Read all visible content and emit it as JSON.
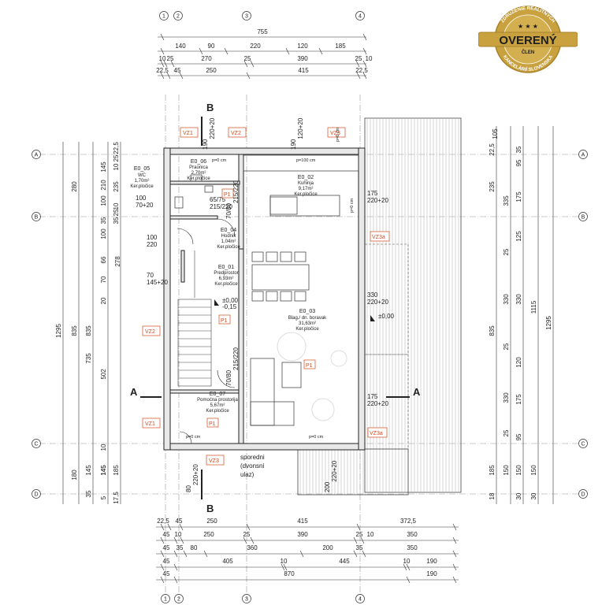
{
  "axes_top": [
    "1",
    "2",
    "3",
    "4"
  ],
  "axes_side": [
    "A",
    "B",
    "C",
    "D"
  ],
  "top_dims": {
    "row1": [
      "755"
    ],
    "row2": [
      "140",
      "90",
      "220",
      "120",
      "185"
    ],
    "row3": [
      "10",
      "25",
      "270",
      "25",
      "390",
      "25",
      "10"
    ],
    "row4": [
      "22,5",
      "45",
      "250",
      "415",
      "22,5"
    ]
  },
  "bottom_dims": {
    "row1": [
      "22,5",
      "45",
      "250",
      "415",
      "372,5"
    ],
    "row2": [
      "45",
      "10",
      "250",
      "25",
      "390",
      "25",
      "10",
      "350"
    ],
    "row3": [
      "45",
      "35",
      "80",
      "360",
      "200",
      "35",
      "350"
    ],
    "row4": [
      "45",
      "405",
      "10",
      "445",
      "10",
      "190"
    ],
    "row5": [
      "45",
      "870",
      "190"
    ]
  },
  "left_dims": {
    "outer": [
      "1295"
    ],
    "col2": [
      "280",
      "835",
      "180"
    ],
    "col3": [
      "835",
      "735"
    ],
    "col4": [
      "145",
      "210",
      "100",
      "100",
      "35",
      "70",
      "66",
      "278",
      "20",
      "502",
      "10",
      "145",
      "145",
      "35",
      "5"
    ],
    "col5": [
      "22,5",
      "25",
      "10",
      "235",
      "10",
      "25",
      "35",
      "145",
      "185",
      "17,5"
    ]
  },
  "right_dims": {
    "col1": [
      "835",
      "1295"
    ],
    "col2": [
      "22,5",
      "235",
      "335",
      "330",
      "185",
      "18"
    ],
    "col3": [
      "105",
      "35",
      "95",
      "175",
      "125",
      "25",
      "330",
      "25",
      "120",
      "175",
      "330",
      "25",
      "95",
      "150",
      "150",
      "30"
    ],
    "col4": [
      "1115",
      "150"
    ],
    "col5": [
      "30"
    ]
  },
  "rooms": [
    {
      "code": "E0_05",
      "name": "WC",
      "area": "1,70m²",
      "floor": "Ker.pločice"
    },
    {
      "code": "E0_06",
      "name": "Praonica",
      "area": "2,70m²",
      "floor": "Ker.pločice"
    },
    {
      "code": "E0_02",
      "name": "Kuhinja",
      "area": "9,17m²",
      "floor": "Ker.pločice"
    },
    {
      "code": "E0_04",
      "name": "Hodnik",
      "area": "1,04m²",
      "floor": "Ker.pločice"
    },
    {
      "code": "E0_01",
      "name": "Predprostor",
      "area": "6,93m²",
      "floor": "Ker.pločice"
    },
    {
      "code": "E0_03",
      "name": "Blag./ dn. boravak",
      "area": "31,63m²",
      "floor": "Ker.pločice"
    },
    {
      "code": "E0_07",
      "name": "Pomoćna prostorija",
      "area": "5,67m²",
      "floor": "Ker.pločice"
    }
  ],
  "openings": [
    "190\n220+20",
    "190\n120+20",
    "100\n70+20",
    "65/75\n215/220",
    "70/80\n215/220",
    "100\n220",
    "70\n145+20",
    "175\n220+20",
    "330\n220+20",
    "175\n220+20",
    "70/80\n215/220",
    "200\n220+20",
    "80\n220+20"
  ],
  "tags": [
    "VZ1",
    "VZ2",
    "VZ3",
    "VZ3a",
    "VZ2",
    "VZ1",
    "VZ3",
    "VZ3a",
    "P1",
    "P1",
    "P1",
    "P1"
  ],
  "levels": [
    "±0,00",
    "-0,15",
    "±0,00"
  ],
  "section_marks": [
    "A",
    "A",
    "B",
    "B"
  ],
  "side_entrance": [
    "sporedni",
    "(dvonsni",
    "ulaz)"
  ],
  "small_notes": [
    "p=0 cm",
    "p=100 cm",
    "p=0 cm",
    "p=0 cm",
    "p=0 cm",
    "p=0 cm"
  ],
  "badge": {
    "main": "OVERENÝ",
    "sub": "ČLEN",
    "ring_top": "ZDRUŽENIE REALITNÝCH",
    "ring_bottom": "KANCELÁRIÍ SLOVENSKA",
    "color_gold": "#c9a23f",
    "color_dark": "#1e1e1e"
  },
  "colors": {
    "line": "#222222",
    "tag": "#d24a1c",
    "grid": "#888888"
  }
}
